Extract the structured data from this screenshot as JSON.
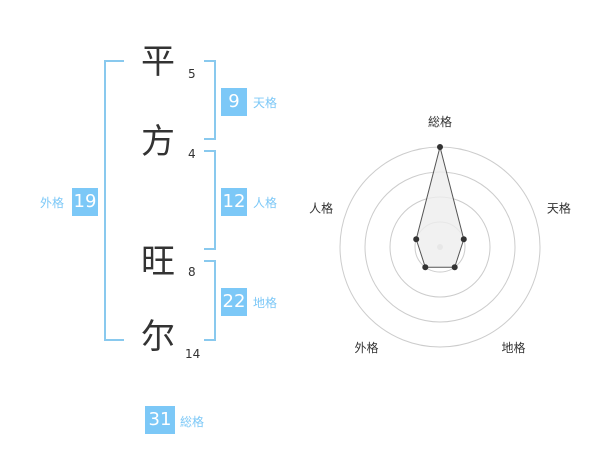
{
  "colors": {
    "accent": "#7cc8f7",
    "bracket": "#89c9ee",
    "text": "#333333",
    "grid": "#cccccc",
    "polygon_fill": "#eeeeee",
    "polygon_stroke": "#555555"
  },
  "characters": [
    {
      "char": "平",
      "strokes": "5"
    },
    {
      "char": "方",
      "strokes": "4"
    },
    {
      "char": "旺",
      "strokes": "8"
    },
    {
      "char": "尔",
      "strokes": "14"
    }
  ],
  "grades": {
    "tenkaku": {
      "value": "9",
      "label": "天格"
    },
    "jinkaku": {
      "value": "12",
      "label": "人格"
    },
    "chikaku": {
      "value": "22",
      "label": "地格"
    },
    "gaikaku": {
      "value": "19",
      "label": "外格"
    },
    "soukaku": {
      "value": "31",
      "label": "総格"
    }
  },
  "chart_data": {
    "type": "radar",
    "axes": [
      "総格",
      "天格",
      "地格",
      "外格",
      "人格"
    ],
    "rings": 4,
    "max": 4,
    "values": [
      4,
      1,
      1,
      1,
      1
    ]
  }
}
